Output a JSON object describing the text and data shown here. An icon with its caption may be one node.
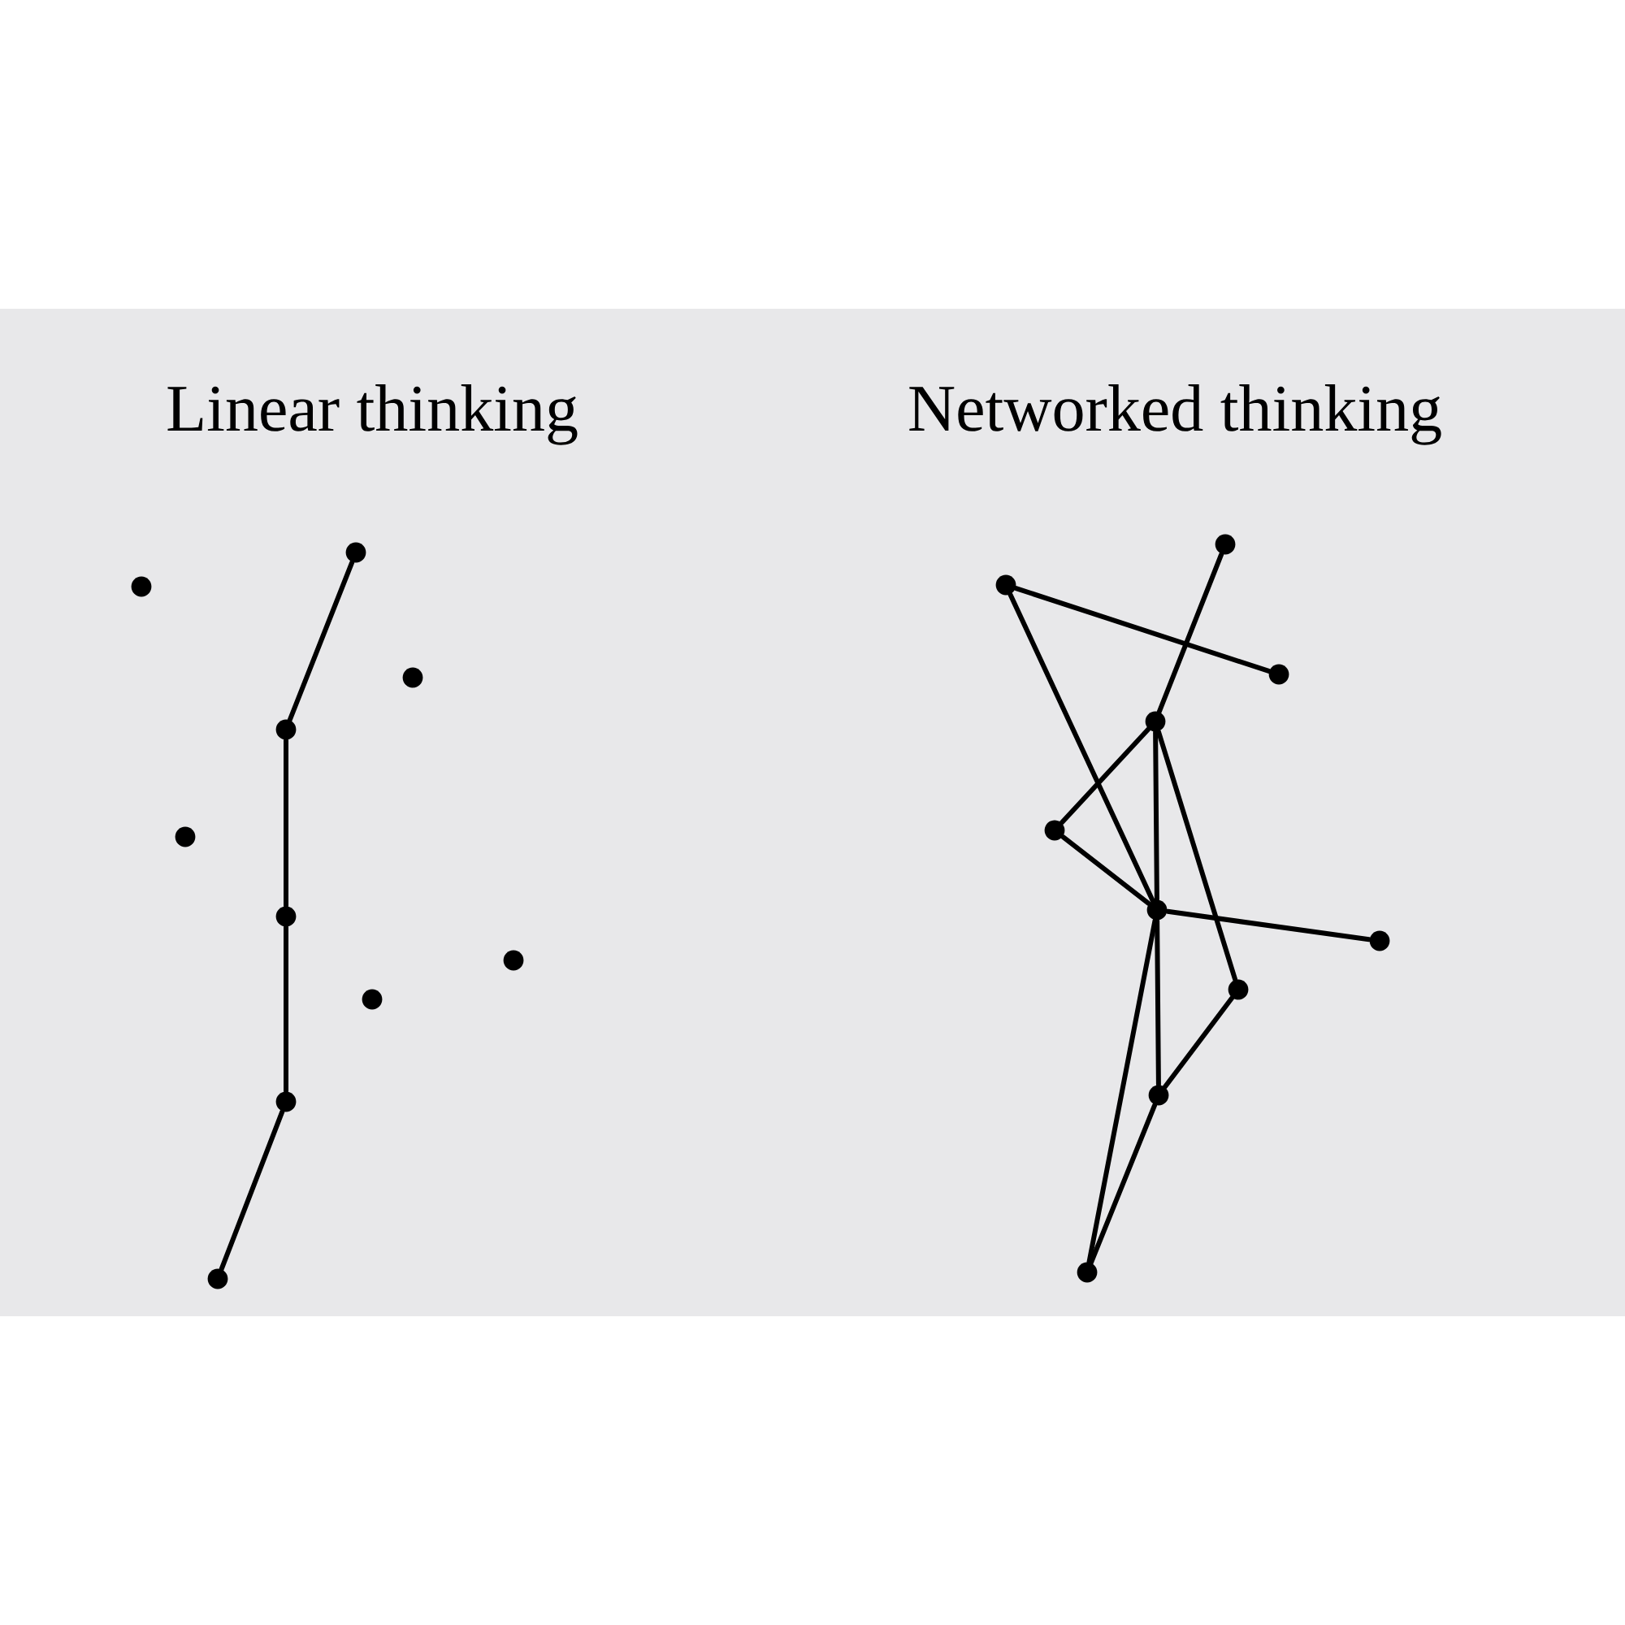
{
  "diagram": {
    "nodes": [
      {
        "text": [],
        "shape": "circle"
      },
      {
        "text": [],
        "shape": "circle"
      },
      {
        "text": [],
        "shape": "circle"
      },
      {
        "text": [],
        "shape": "circle"
      },
      {
        "text": [],
        "shape": "circle"
      },
      {
        "text": [],
        "shape": "circle"
      },
      {
        "text": [],
        "shape": "circle"
      },
      {
        "text": [],
        "shape": "circle"
      },
      {
        "text": [],
        "shape": "circle"
      },
      {
        "text": [],
        "shape": "circle"
      },
      {
        "text": [],
        "shape": "circle"
      },
      {
        "text": [],
        "shape": "circle"
      },
      {
        "text": [],
        "shape": "circle"
      },
      {
        "text": [],
        "shape": "circle"
      },
      {
        "text": [],
        "shape": "circle"
      },
      {
        "text": [],
        "shape": "circle"
      },
      {
        "text": [],
        "shape": "circle"
      },
      {
        "text": [],
        "shape": "circle"
      },
      {
        "text": [],
        "shape": "circle"
      },
      {
        "text": [],
        "shape": "circle"
      }
    ],
    "edges": [
      {
        "from": 0,
        "to": 3,
        "arrow": "none"
      },
      {
        "from": 3,
        "to": 5,
        "arrow": "none"
      },
      {
        "from": 5,
        "to": 8,
        "arrow": "none"
      },
      {
        "from": 8,
        "to": 9,
        "arrow": "none"
      },
      {
        "from": 11,
        "to": 12,
        "arrow": "none"
      },
      {
        "from": 10,
        "to": 13,
        "arrow": "none"
      },
      {
        "from": 11,
        "to": 15,
        "arrow": "none"
      },
      {
        "from": 13,
        "to": 14,
        "arrow": "none"
      },
      {
        "from": 14,
        "to": 15,
        "arrow": "none"
      },
      {
        "from": 13,
        "to": 15,
        "arrow": "none"
      },
      {
        "from": 15,
        "to": 18,
        "arrow": "none"
      },
      {
        "from": 13,
        "to": 17,
        "arrow": "none"
      },
      {
        "from": 15,
        "to": 16,
        "arrow": "none"
      },
      {
        "from": 17,
        "to": 18,
        "arrow": "none"
      },
      {
        "from": 15,
        "to": 19,
        "arrow": "none"
      },
      {
        "from": 18,
        "to": 19,
        "arrow": "none"
      }
    ],
    "labels": [
      "Linear thinking",
      "Networked thinking"
    ]
  }
}
